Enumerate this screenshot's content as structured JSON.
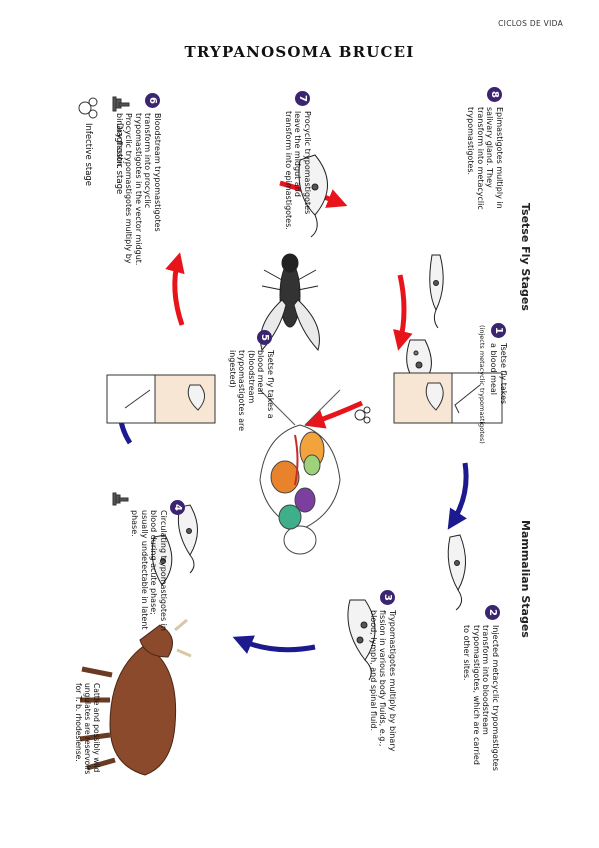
{
  "header": {
    "section": "CICLOS DE VIDA"
  },
  "title": "TRYPANOSOMA BRUCEI",
  "headings": {
    "tsetse": "Tsetse Fly Stages",
    "mammalian": "Mammalian Stages"
  },
  "legend": {
    "infective": "Infective stage",
    "diagnostic": "Diagnostic stage"
  },
  "stages": [
    {
      "number": "1",
      "text": "Tsetse fly takes a blood meal",
      "note": "(injects metacyclic trypomastigotes)"
    },
    {
      "number": "2",
      "text": "Injected metacyclic trypomastigotes transform into bloodstream trypomastigotes, which are carried to other sites."
    },
    {
      "number": "3",
      "text": "Trypomastigotes multiply by binary fission in various body fluids, e.g., blood, lymph, and spinal fluid."
    },
    {
      "number": "4",
      "text": "Circulating trypomastigotes in blood during acute phase; usually undetectable in latent phase."
    },
    {
      "number": "5",
      "text": "Tsetse fly takes a blood meal (bloodstream trypomastigotes are ingested)"
    },
    {
      "number": "6",
      "text": "Bloodstream trypomastigotes transform into procyclic trypomastigotes in the vector midgut. Procyclic trypomastigotes multiply by binary fission."
    },
    {
      "number": "7",
      "text": "Procyclic trypomastigotes leave the midgut and transform into epimastigotes."
    },
    {
      "number": "8",
      "text": "Epimastigotes multiply in salivary gland. They transform into metacyclic trypomastigotes."
    }
  ],
  "reservoir_note": "Cattle and possibly wild ungulates are reservoirs for T. b. rhodesiense.",
  "colors": {
    "tsetse_arrow": "#e8141b",
    "mammal_arrow": "#1c1a8e",
    "badge": "#3b2470",
    "cow": "#8a4a2b"
  }
}
